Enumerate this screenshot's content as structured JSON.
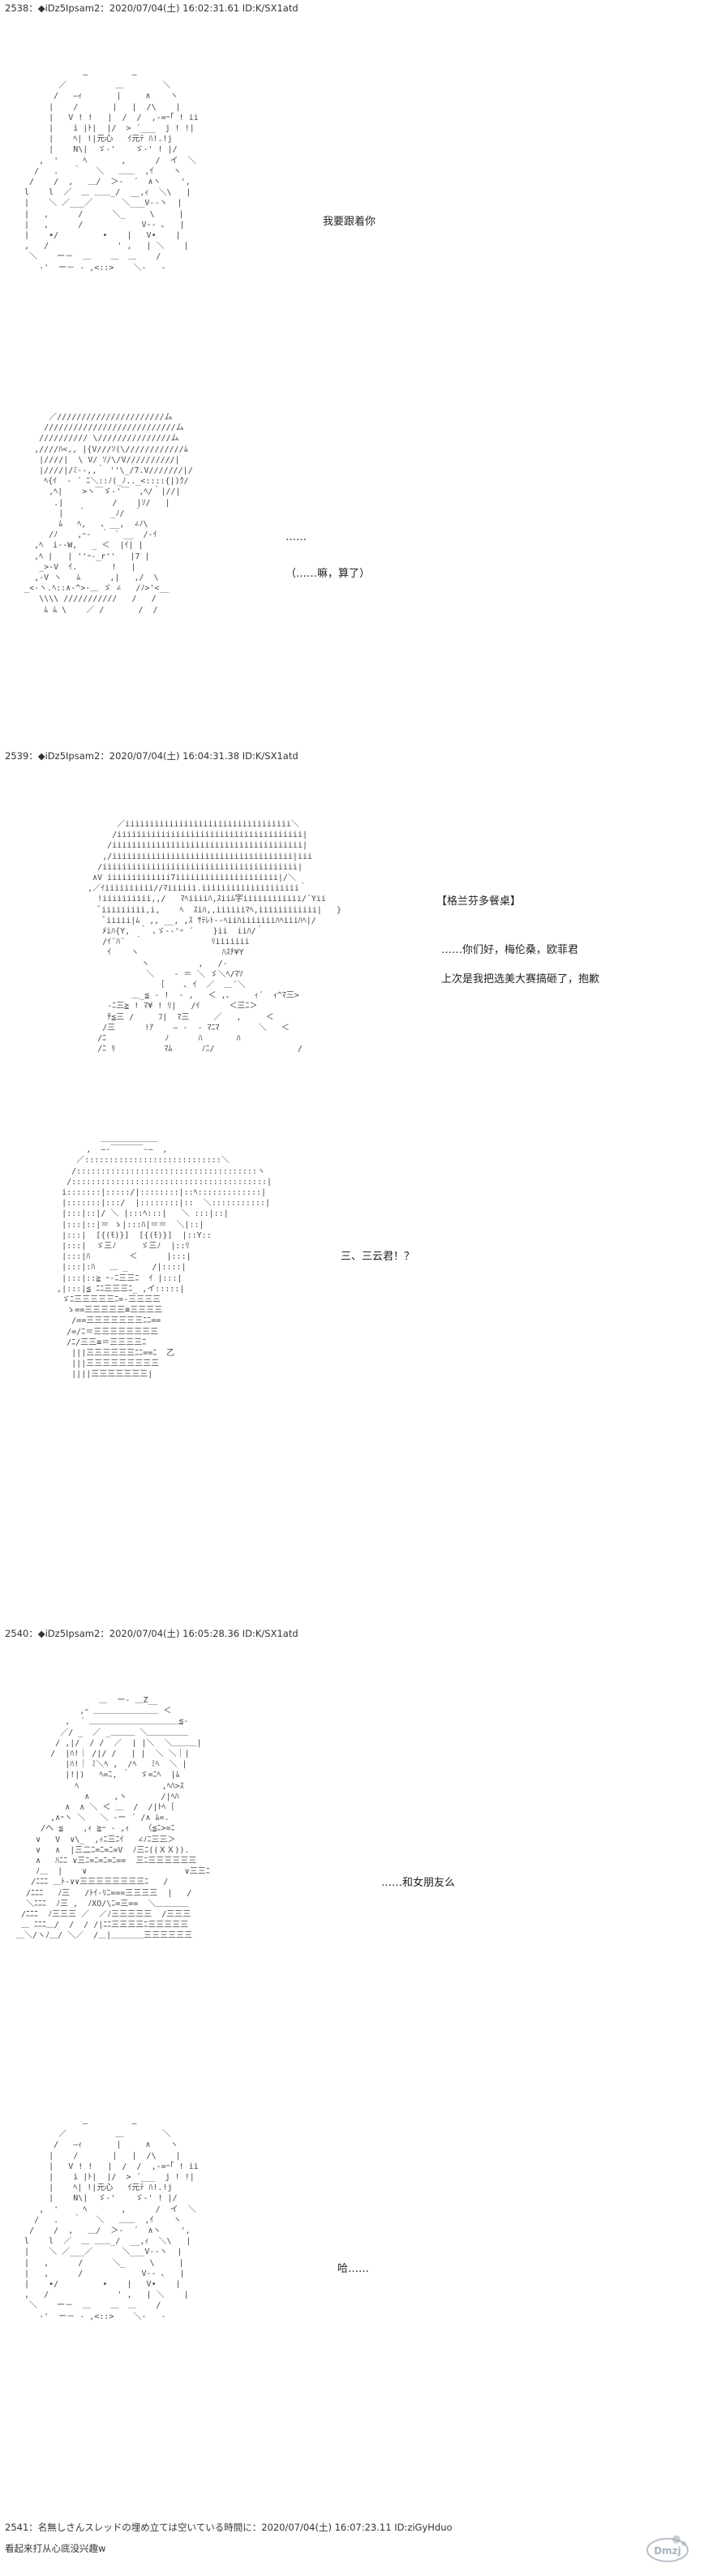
{
  "posts": [
    {
      "header": "2538：◆iDz5Ipsam2：2020/07/04(土) 16:02:31.61 ID:K/SX1atd",
      "panels": [
        {
          "art": [
            "              ―         ―",
            "         ／          ＿        ＼",
            "        /   ―ｨ       |     ∧    ヽ",
            "       |    /       |   |  /\\    |",
            "       |   V ! !   |  /  /  ,-=ｰ｢ ! ii",
            "       |    i |ﾄ|  |/  > ´___  j ! !|",
            "       |    ﾍ| !|元心   ｲ元ﾃ ﾊ!.!j",
            "       |    N\\|  ゞ-'    ゞ-' ! |/",
            "     ,  '     ﾍ       ,      /  イ  ＼",
            "    /   .   ｀   ＼   ＿＿  ,ｲ    ヽ",
            "   /    /  ,   ＿/  ＞-  ´  ∧ヽ    ',",
            "  l    l  ／  ＿ ＿＿_/  __,ｨ  ＼\\   |",
            "  |    ＼ ／___／      ＼___V‐-ヽ  |",
            "  |   ,      /      ＼_     \\     |",
            "  |   ,      /            V-- ､   |",
            "  |    •/         •    |   V•    |",
            "  ,   /              ' ,   | ＼    |",
            "   ＼    ー－  ＿    ＿  ＿    /",
            "     ‐'  ー－ ‐ ,<::>    ＼‐   ‐"
          ],
          "dialogue": [
            "我要跟着你"
          ]
        },
        {
          "art": [
            "        ／//////////////////////ム",
            "       ///////////////////////////ム",
            "      ////////// \\///////////////ム",
            "     ,////ﾊ<,, |{V///ｿ(\\////////////ﾑ",
            "      |////|  \\ V/ ｿ/\\/V//////////|",
            "      |////|/ﾐ--,,｀ ''\\_/7.V///////|/",
            "       ﾍ{ｲ  ‐ ´ ﾆ＼::ﾉ(_ﾉ.._<::::{|)ｸ/",
            "        ,ﾍ|    >ヽ￣ゞ-'￣  ,ﾍ/｀|//|",
            "         .|          /    |ｿ/   |",
            "          |   ｀     _ﾉ/  ｀",
            "          ﾑ   ﾍ,   ､ __,  ∠ﾉ\\",
            "        /ﾉ    ,ｰ-  ｀ ´ __  /‐ｲ",
            "     ,ﾍ  i‐‐W,   _ ＜  |ｲ| |",
            "     ,ﾍ |   | ''ｰ‐_r''   |7 |",
            "      _>-V  ｲ.       !   |",
            "     ,-V ヽ   ﾑ      ,|   ,/  \\",
            "   _<‐ヽ.ﾍ::∧‐^>-＿ ゞ ∠   /ﾉ>'<__",
            "      \\\\\\\\ ///////////   /   /",
            "       ﾑ ﾑ \\    ／ /       /  /"
          ],
          "dialogue": [
            "……",
            "（……嘛，算了）"
          ]
        }
      ]
    },
    {
      "header": "2539：◆iDz5Ipsam2：2020/07/04(土) 16:04:31.38 ID:K/SX1atd",
      "panels": [
        {
          "art": [
            "         ／iiiiiiiiiiiiiiiiiiiiiiiiiiiiiiiiii＼",
            "        /iiiiiiiiiiiiiiiiiiiiiiiiiiiiiiiiiiiiii|",
            "       /iiiiiiiiiiiiiiiiiiiiiiiiiiiiiiiiiiiiiii|",
            "      ,/iiiiiiiiiiiiiiiiiiiiiiiiiiiiiiiiiiiii|iii",
            "     /iiiiiiiiiiiiiiiiiiiiiiiiiiiiiiiiiiiiiiii|",
            "    ∧V iiiiiiiiiiiii7iiiiiiiiiiiiiiiiiiiii|/＼",
            "   ,／ｲiiiiiiiiii//ﾏiiiiii.iiiiiiiiiiiiiiiiiiii｀",
            "     !iiiiiiiiii,,/   ﾏﾍiiiiﾊ,ｽiiﾑ宇iiiiiiiiiiii/´Yii",
            "     ﾞiiiiiiiii,i,    ﾍ  ｽiﾊ,,iiiiiiﾏﾍ,iiiiiiiiiiii|   }",
            "      ﾞiiiii|ﾑ  ,, __, ,ｽ ｻﾃﾚﾄ--ﾍiiﾊiiiiiiiﾊﾍiiiﾊﾍ|/",
            "      ﾒiﾊ{Y,  ｀ ､ゞ--'ｰ ´    }ii  iiﾊ/｀",
            "      /ｲ¨ﾊ¨  ｀              ﾘiiiiiii",
            "       ｲ    ヽ                 ﾊｽﾁ¥Y",
            "              ヽ          ,   /‐",
            "               ＼    ‐ ＝ ＼ ゞ＼ﾍ/ﾏｿ",
            "                 ｛    ､ ｲ  ／  ＿´＼",
            "            ＿_≦ ‐ !  ‐ ,   ＜ ,､     ｨ´  ｨ^ﾏ三>",
            "       ‐ﾆ三≧ ! ﾏ¥ ! ﾘ|   /ｲ      ＜三ﾆ＞",
            "       ﾁ≦三 /     ﾌ|  ﾏ三     ／   ,     ＜",
            "      /三      !ｱ    ― ‐  ‐ ﾏﾆﾏ        ＼   ＜",
            "     /ﾆ            ﾉ      ﾊ       ﾊ",
            "     /ﾆ ﾘ          ﾏﾑ      ﾉﾆ/                 /"
          ],
          "dialogue": [
            "【格兰芬多餐桌】",
            "……你们好，梅伦桑，欧菲君",
            "上次是我把选美大赛搞砸了，抱歉"
          ]
        },
        {
          "art": [
            "              ＿＿＿＿＿＿＿",
            "           ,  ―‐￣￣￣￣‐―  ,",
            "         ／::::::::::::::::::::::::::::＼",
            "        /:::::::::::::::::::::::::::::::::::::ヽ",
            "       /::::::::::::::::::::::::::::::::::::::::|",
            "      i:::::::|:::::/|::::::::|::ﾍ:::::::::::::|",
            "      |:::::::|:::/  |::::::::|::  ＼:::::::::::|",
            "      |:::|::|/ ＼ |:::ﾍ:::|   ＼ :::|::|",
            "      |:::|::|＝ ゝ|:::ﾊ|＝＝  ＼|::|",
            "      |:::|  [{(ﾓ)}]  [{(ﾓ)}]  |::Y::",
            "      |:::|  ゞ三ﾉ     ゞ三ﾉ  |::ﾘ",
            "      |:::|ﾊ        ＜      |:::|",
            "      |:::|:ﾊ   ＿ _     /|::::|",
            "      |:::|::≧ ｰ-ﾆ三三ﾆ  ｲ |:::|",
            "     ,|:::|≦ ﾆﾆ三三三ﾆ_ ,イ:::::|",
            "      ゞﾆ三三三三三ﾆ=‐三三三三",
            "       ゝ==三三三三三≡三三三三",
            "        /==三三三三三三三ﾆﾆ==",
            "       /=/ﾆ＝三三三三三三三三",
            "       /ﾆ/三三≡＝三三三三ﾆ",
            "        |||三三三三三三ﾆﾆ==ﾆ  乙",
            "        |||三三三三三三三三三",
            "        ||||三三三三三三三|"
          ],
          "dialogue": [
            "三、三云君！？"
          ]
        }
      ]
    },
    {
      "header": "2540：◆iDz5Ipsam2：2020/07/04(土) 16:05:28.36 ID:K/SX1atd",
      "panels": [
        {
          "art": [
            "                  ＿  ー‐ ＿Z__",
            "              ,ｰ ＿＿＿＿＿＿＿＿ ＜",
            "           ,  ´ ＿＿＿＿＿＿＿＿＿＿＿≦‐",
            "          ／/ _  ／ _＿＿＿ ＼＿＿＿＿＿",
            "         / ,|/  / /  ／  | |＼  ＼＿＿＿|",
            "        /  |ﾊ!｜ /|/ /   | |  ＼ ＼｜|",
            "           |ﾊ!｜ ﾐ＼ﾍ ,  /ﾍ   ﾐﾍ  ＼ |",
            "           |!|)   ﾍ=ﾆ, ｀  ゞ=ﾆﾍ  |ﾑ",
            "             ﾍ                 ,ﾍﾊ>ｽ",
            "               ∧     ,ヽ       /|ﾍﾊ",
            "           ∧  ∧ ＼ ＜ ＿  /  /|ﾄﾍ｛",
            "        ,∧ｰヽ ＼   ＼ ‐ー ´ /∧ ﾑ=.",
            "      /へ ≦    ,ｨ ≧ｰ ‐ ,ｨ   〈≦ﾆ>=ﾆ",
            "     ∨   V  ∨\\_  ,ｨﾆ三ﾆｲ   ∠ﾉﾆ三三＞",
            "     ∨   ∧  |三二ﾆ=ﾆ=ﾆ=V  ﾉ三ﾆ((ＸＸ)).",
            "     ∧   ﾊﾆﾆ ∨三ﾆ=ﾆ=ﾆ=ﾆ==  三ﾆ三三三三三三",
            "     ﾉ＿  |    ∨                    ∨三三ﾆ",
            "    /ﾆﾆﾆ ＿ﾄ‐∨∨三三三三三三三三ﾆ   /",
            "   /ﾆﾆﾆ   ﾉ三   /ﾄｲ‐ﾘﾆ===三三三三  |   /",
            "   ＼ﾆﾆﾆ  ﾉ三 ,  ﾉXO/\\ﾆ=三==  ＼＿＿＿＿",
            "  /ﾆﾆﾆ  ﾉ三三三 ／  ／ﾉ三三三三三  /三三三",
            "  ＿ ﾆﾆﾆ＿/  /  / /|ﾆﾆ三三三三ﾆ三三三三三",
            " ＿＼/ヽﾉ＿/ ＼／  /＿|＿＿＿＿三三三三三三"
          ],
          "dialogue": [
            "……和女朋友么"
          ]
        },
        {
          "art": [
            "              ―         ―",
            "         ／          ＿        ＼",
            "        /   ―ｨ       |     ∧    ヽ",
            "       |    /       |   |  /\\    |",
            "       |   V ! !   |  /  /  ,-=ｰ｢ ! ii",
            "       |    i |ﾄ|  |/  > ´___  j ! !|",
            "       |    ﾍ| !|元心   ｲ元ﾃ ﾊ!.!j",
            "       |    N\\|  ゞ-'    ゞ-' ! |/",
            "     ,  '     ﾍ       ,      /  イ  ＼",
            "    /   .   ｀   ＼   ＿＿  ,ｲ    ヽ",
            "   /    /  ,   ＿/  ＞-  ´  ∧ヽ    ',",
            "  l    l  ／  ＿ ＿＿_/  __,ｨ  ＼\\   |",
            "  |    ＼ ／___／      ＼___V‐-ヽ  |",
            "  |   ,      /      ＼_     \\     |",
            "  |   ,      /            V-- ､   |",
            "  |    •/         •    |   V•    |",
            "  ,   /              ' ,   | ＼    |",
            "   ＼    ー－  ＿    ＿  ＿    /",
            "     ‐'  ー－ ‐ ,<::>    ＼‐   ‐"
          ],
          "dialogue": [
            "哈……"
          ]
        }
      ]
    }
  ],
  "footer": {
    "header": "2541：名無しさんスレッドの埋め立ては空いている時間に：2020/07/04(土) 16:07:23.11 ID:ziGyHduo",
    "text": "看起来打从心底没兴趣w"
  },
  "watermark": {
    "label": "Dmzj",
    "icon": "dmzj-logo-icon",
    "color": "#9aa7b2"
  }
}
